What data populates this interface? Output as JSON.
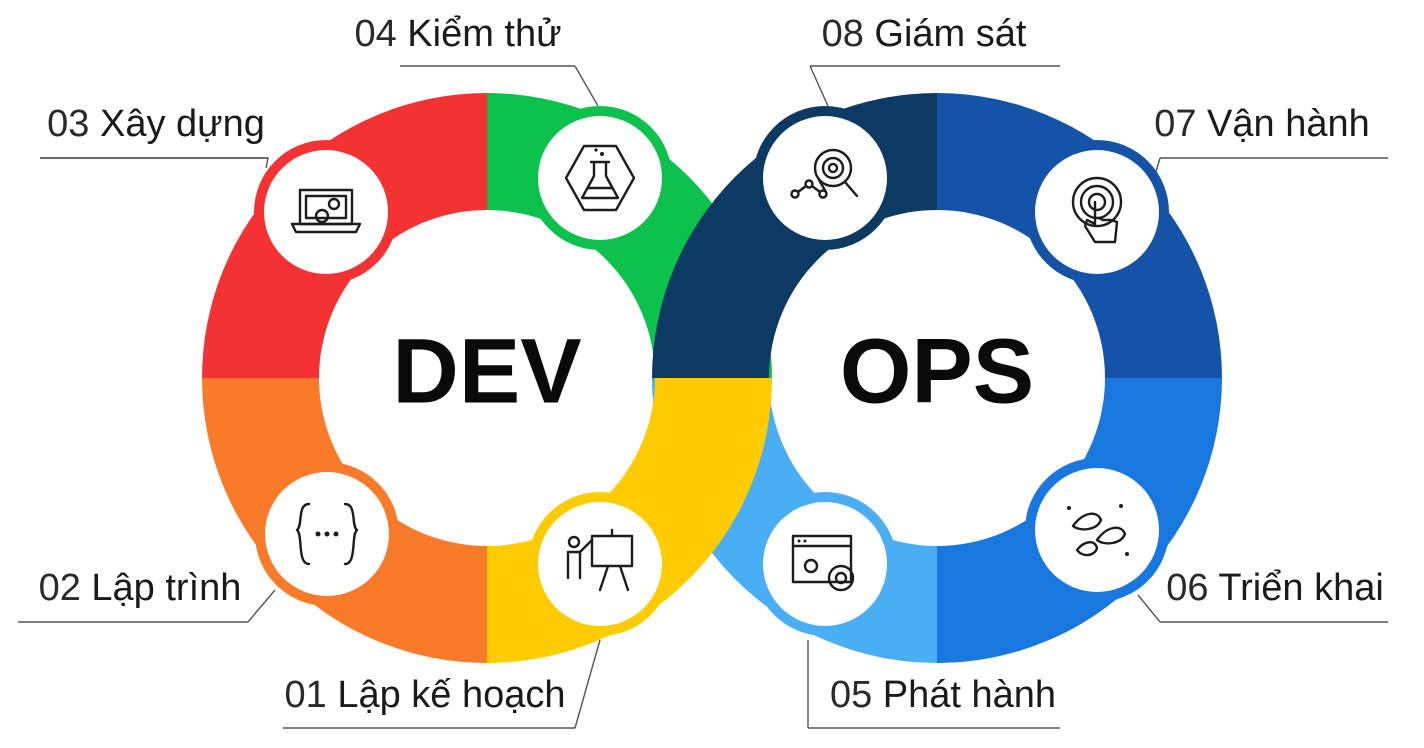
{
  "centers": {
    "dev": "DEV",
    "ops": "OPS"
  },
  "stages": [
    {
      "num": "01",
      "label": "Lập kế hoạch",
      "icon": "presentation-board-icon",
      "color": "#FFCC00"
    },
    {
      "num": "02",
      "label": "Lập trình",
      "icon": "code-braces-icon",
      "color": "#F97A28"
    },
    {
      "num": "03",
      "label": "Xây dựng",
      "icon": "laptop-gear-icon",
      "color": "#F43234"
    },
    {
      "num": "04",
      "label": "Kiểm thử",
      "icon": "flask-hexagon-icon",
      "color": "#0DC14D"
    },
    {
      "num": "05",
      "label": "Phát hành",
      "icon": "browser-gear-icon",
      "color": "#4AAEF5"
    },
    {
      "num": "06",
      "label": "Triển khai",
      "icon": "rockets-icon",
      "color": "#1878E0"
    },
    {
      "num": "07",
      "label": "Vận hành",
      "icon": "touch-hand-icon",
      "color": "#1453A8"
    },
    {
      "num": "08",
      "label": "Giám sát",
      "icon": "magnifier-chart-icon",
      "color": "#0C3A63"
    }
  ]
}
